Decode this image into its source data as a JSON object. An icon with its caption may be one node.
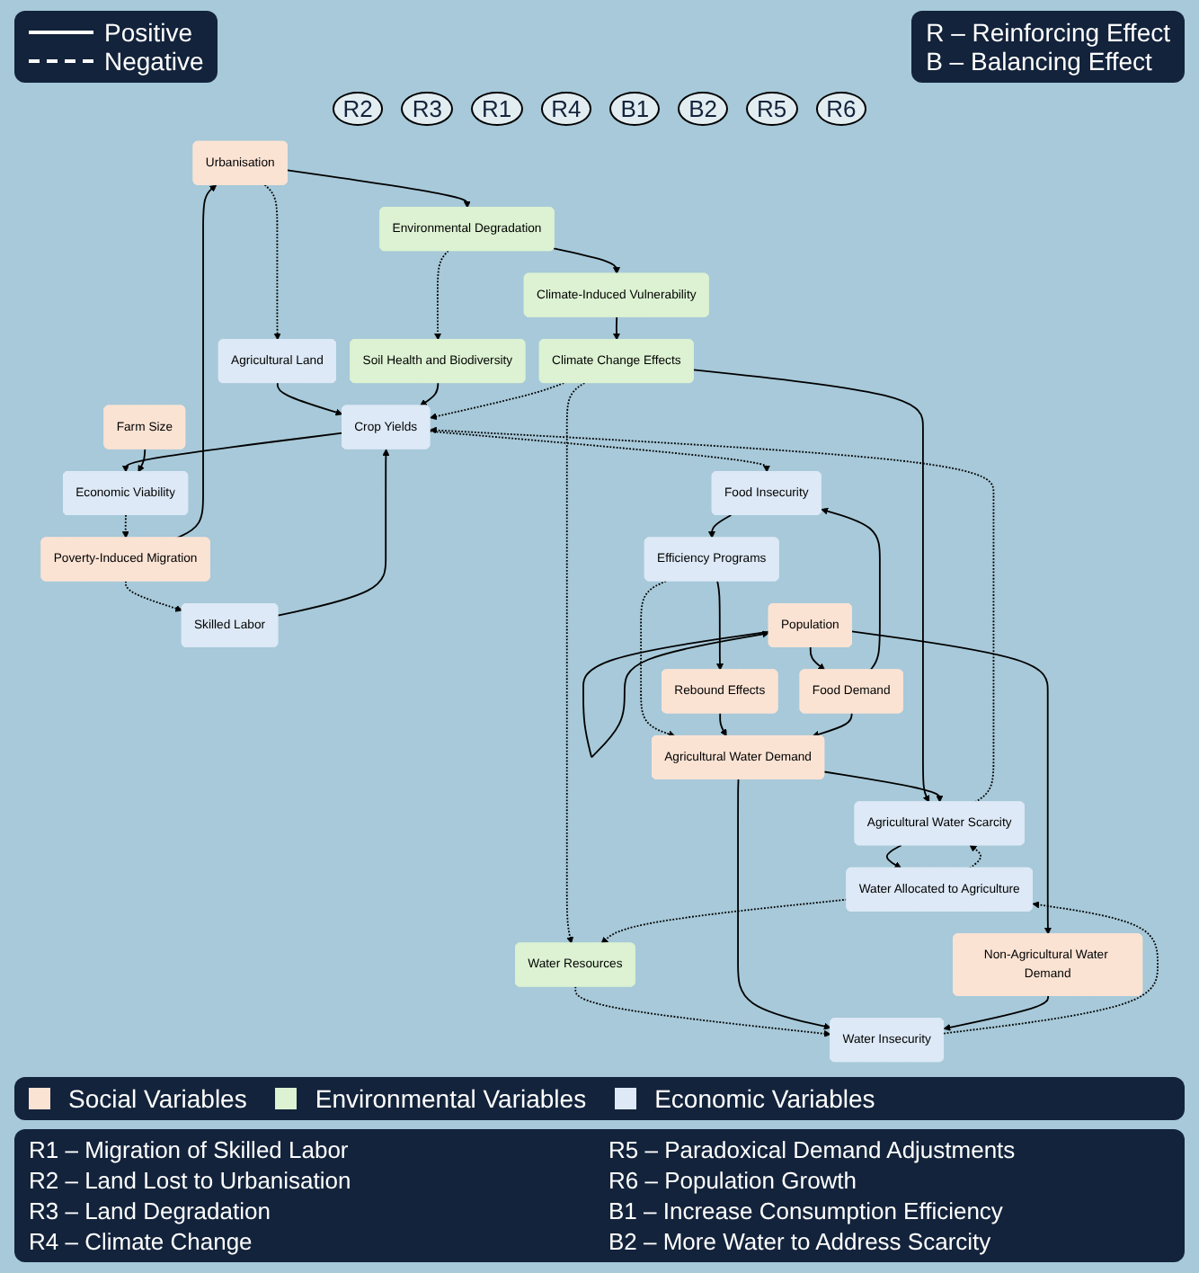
{
  "diagram": {
    "nodes": [
      {
        "text": [
          "Urbanisation"
        ]
      },
      {
        "text": [
          "Environmental Degradation"
        ]
      },
      {
        "text": [
          "Poverty-Induced Migration"
        ]
      },
      {
        "text": [
          "Skilled Labor"
        ]
      },
      {
        "text": [
          "Agricultural Land"
        ]
      },
      {
        "text": [
          "Climate-Induced Vulnerability"
        ]
      },
      {
        "text": [
          "Soil Health and Biodiversity"
        ]
      },
      {
        "text": [
          "Crop Yields"
        ]
      },
      {
        "text": [
          "Economic Viability"
        ]
      },
      {
        "text": [
          "Climate Change Effects"
        ]
      },
      {
        "text": [
          "Agricultural Water Scarcity"
        ]
      },
      {
        "text": [
          "Food Insecurity"
        ]
      },
      {
        "text": [
          "Farm Size"
        ]
      },
      {
        "text": [
          "Water Allocated to Agriculture"
        ]
      },
      {
        "text": [
          "Efficiency Programs"
        ]
      },
      {
        "text": [
          "Agricultural Water Demand"
        ]
      },
      {
        "text": [
          "Population"
        ]
      },
      {
        "text": [
          "Water Resources"
        ]
      },
      {
        "text": [
          "Food Demand"
        ]
      },
      {
        "text": [
          "Rebound Effects"
        ]
      },
      {
        "text": [
          "Non-Agricultural Water Demand"
        ]
      },
      {
        "text": [
          "Water Insecurity"
        ]
      }
    ],
    "edges": [
      {
        "from": 0,
        "to": 1,
        "arrow": "to"
      },
      {
        "from": 0,
        "to": 4,
        "arrow": "to",
        "style": "dashed"
      },
      {
        "from": 2,
        "to": 0,
        "arrow": "to"
      },
      {
        "from": 2,
        "to": 3,
        "arrow": "to",
        "style": "dashed"
      },
      {
        "from": 3,
        "to": 7,
        "arrow": "to"
      },
      {
        "from": 4,
        "to": 7,
        "arrow": "to"
      },
      {
        "from": 1,
        "to": 6,
        "arrow": "to",
        "style": "dashed"
      },
      {
        "from": 1,
        "to": 5,
        "arrow": "to"
      },
      {
        "from": 6,
        "to": 7,
        "arrow": "to"
      },
      {
        "from": 9,
        "to": 7,
        "arrow": "to",
        "style": "dashed"
      },
      {
        "from": 10,
        "to": 7,
        "arrow": "to",
        "style": "dashed"
      },
      {
        "from": 5,
        "to": 9,
        "arrow": "to"
      },
      {
        "from": 7,
        "to": 8,
        "arrow": "to"
      },
      {
        "from": 7,
        "to": 11,
        "arrow": "to",
        "style": "dashed"
      },
      {
        "from": 8,
        "to": 2,
        "arrow": "to",
        "style": "dashed"
      },
      {
        "from": 12,
        "to": 8,
        "arrow": "to"
      },
      {
        "from": 9,
        "to": 10,
        "arrow": "to"
      },
      {
        "from": 13,
        "to": 10,
        "arrow": "to",
        "style": "dashed"
      },
      {
        "from": 10,
        "to": 13,
        "arrow": "to"
      },
      {
        "from": 9,
        "to": 17,
        "arrow": "to",
        "style": "dashed"
      },
      {
        "from": 13,
        "to": 17,
        "arrow": "to",
        "style": "dashed"
      },
      {
        "from": 17,
        "to": 21,
        "arrow": "to",
        "style": "dashed"
      },
      {
        "from": 21,
        "to": 13,
        "arrow": "to",
        "style": "dashed"
      },
      {
        "from": 15,
        "to": 10,
        "arrow": "to"
      },
      {
        "from": 15,
        "to": 21,
        "arrow": "to"
      },
      {
        "from": 11,
        "to": 14,
        "arrow": "to"
      },
      {
        "from": 14,
        "to": 15,
        "arrow": "to",
        "style": "dashed"
      },
      {
        "from": 14,
        "to": 19,
        "arrow": "to"
      },
      {
        "from": 19,
        "to": 15,
        "arrow": "to"
      },
      {
        "from": 18,
        "to": 15,
        "arrow": "to"
      },
      {
        "from": 18,
        "to": 11,
        "arrow": "to"
      },
      {
        "from": 16,
        "to": 18,
        "arrow": "to"
      },
      {
        "from": 16,
        "to": 20,
        "arrow": "to"
      },
      {
        "from": 16,
        "to": 16,
        "arrow": "to"
      },
      {
        "from": 20,
        "to": 21,
        "arrow": "to"
      }
    ],
    "labels": [
      "R – Reinforcing Effect",
      "B – Balancing Effect",
      "R2",
      "R3",
      "R1",
      "R4",
      "B1",
      "B2",
      "R5",
      "R6",
      "R1 – Migration of Skilled Labor",
      "R5 – Paradoxical Demand Adjustments",
      "R2 – Land Lost to Urbanisation",
      "R6 – Population Growth",
      "R3 – Land Degradation",
      "B1 – Increase Consumption Efficiency",
      "R4 – Climate Change",
      "B2 – More Water to Address Scarcity"
    ],
    "legend": [
      {
        "text": "Positive"
      },
      {
        "text": "Negative"
      },
      {
        "text": "Social Variables",
        "color": "#fbe3d4"
      },
      {
        "text": "Environmental Variables",
        "color": "#dcf2d2"
      },
      {
        "text": "Economic Variables",
        "color": "#dde9f6"
      }
    ]
  }
}
